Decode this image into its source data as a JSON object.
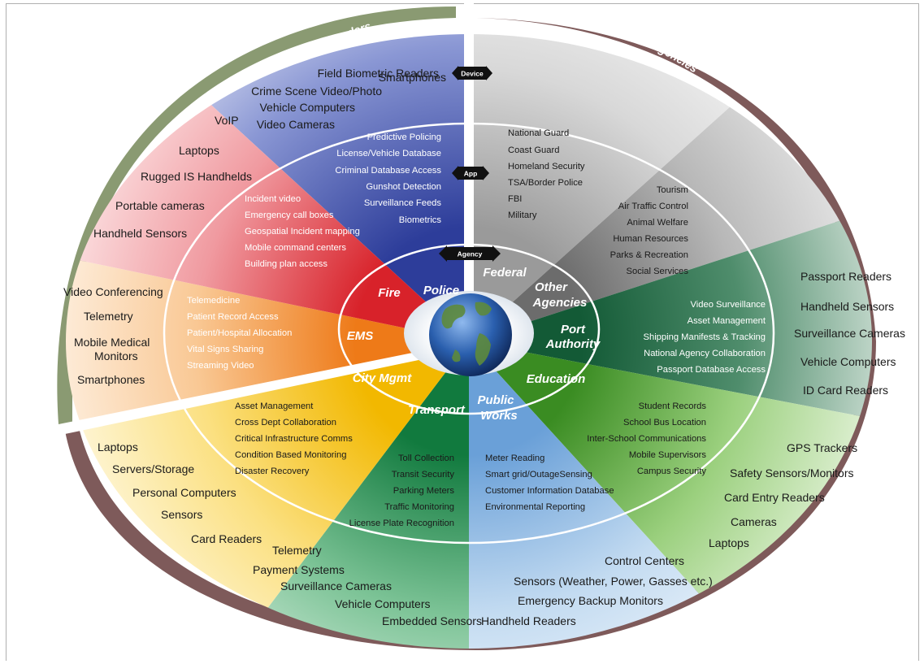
{
  "groups": {
    "first_responders": "First Responders",
    "government_agencies": "Government Agencies"
  },
  "tags": {
    "device": "Device",
    "app": "App",
    "agency": "Agency"
  },
  "agencies": {
    "police": "Police",
    "federal": "Federal",
    "other_1": "Other",
    "other_2": "Agencies",
    "port_1": "Port",
    "port_2": "Authority",
    "education": "Education",
    "public_1": "Public",
    "public_2": "Works",
    "transport": "Transport",
    "city": "City Mgmt",
    "ems": "EMS",
    "fire": "Fire"
  },
  "colors": {
    "police": "#4a5bb0",
    "federal": "#9a9a9a",
    "other": "#808080",
    "port": "#1f6e48",
    "education": "#5aaa40",
    "public_works": "#8fb9e2",
    "transport": "#1a8a4c",
    "city": "#f1c21b",
    "ems": "#f08a2a",
    "fire": "#dd3334",
    "first_responders_band": "#8a9a72",
    "government_band": "#8a6060"
  },
  "devices": {
    "police": [
      "Smartphones",
      "Field Biometric Readers",
      "Crime Scene Video/Photo",
      "Vehicle Computers",
      "Video Cameras"
    ],
    "fire": [
      "VoIP",
      "Laptops",
      "Rugged IS Handhelds",
      "Portable cameras",
      "Handheld Sensors"
    ],
    "ems": [
      "Video Conferencing",
      "Telemetry",
      "Mobile Medical",
      "Monitors",
      "Smartphones"
    ],
    "city": [
      "Laptops",
      "Servers/Storage",
      "Personal Computers",
      "Sensors",
      "Card Readers"
    ],
    "transport": [
      "Telemetry",
      "Payment Systems",
      "Surveillance Cameras",
      "Vehicle Computers",
      "Embedded Sensors"
    ],
    "public_works": [
      "Control Centers",
      "Sensors (Weather, Power, Gasses etc.)",
      "Emergency Backup Monitors",
      "Handheld Readers"
    ],
    "education": [
      "GPS Trackers",
      "Safety Sensors/Monitors",
      "Card Entry Readers",
      "Cameras",
      "Laptops"
    ],
    "port": [
      "Passport Readers",
      "Handheld Sensors",
      "Surveillance Cameras",
      "Vehicle Computers",
      "ID Card Readers"
    ]
  },
  "apps": {
    "police": [
      "Predictive Policing",
      "License/Vehicle Database",
      "Criminal Database Access",
      "Gunshot Detection",
      "Surveillance Feeds",
      "Biometrics"
    ],
    "federal": [
      "National Guard",
      "Coast Guard",
      "Homeland Security",
      "TSA/Border Police",
      "FBI",
      "Military"
    ],
    "other": [
      "Tourism",
      "Air Traffic Control",
      "Animal Welfare",
      "Human Resources",
      "Parks & Recreation",
      "Social Services"
    ],
    "fire": [
      "Incident video",
      "Emergency call boxes",
      "Geospatial Incident mapping",
      "Mobile command centers",
      "Building plan access"
    ],
    "ems": [
      "Telemedicine",
      "Patient Record Access",
      "Patient/Hospital Allocation",
      "Vital Signs Sharing",
      "Streaming Video"
    ],
    "port": [
      "Video Surveillance",
      "Asset Management",
      "Shipping Manifests & Tracking",
      "National Agency Collaboration",
      "Passport Database Access"
    ],
    "city": [
      "Asset Management",
      "Cross Dept Collaboration",
      "Critical Infrastructure Comms",
      "Condition Based Monitoring",
      "Disaster Recovery"
    ],
    "education": [
      "Student Records",
      "School Bus Location",
      "Inter-School Communications",
      "Mobile Supervisors",
      "Campus Security"
    ],
    "transport": [
      "Toll Collection",
      "Transit Security",
      "Parking Meters",
      "Traffic Monitoring",
      "License Plate Recognition"
    ],
    "public_works": [
      "Meter Reading",
      "Smart grid/OutageSensing",
      "Customer Information Database",
      "Environmental Reporting"
    ]
  }
}
